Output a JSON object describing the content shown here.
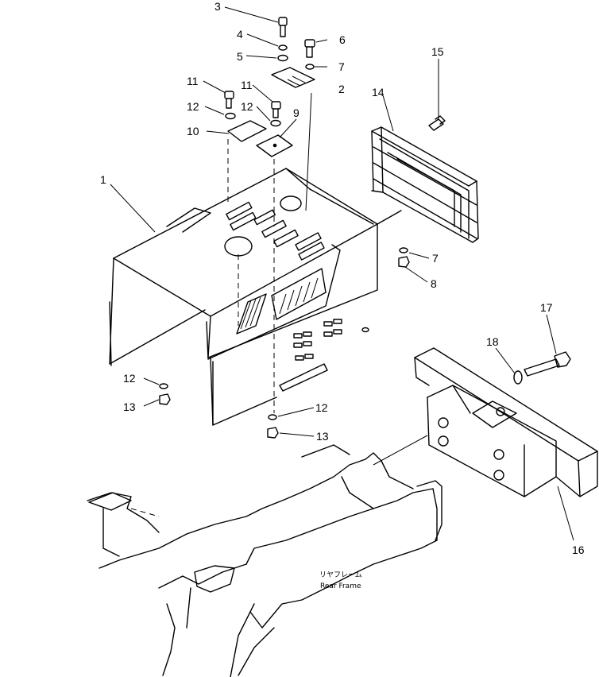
{
  "callouts": [
    "1",
    "2",
    "3",
    "4",
    "5",
    "6",
    "7",
    "7",
    "8",
    "9",
    "10",
    "11",
    "11",
    "12",
    "12",
    "12",
    "12",
    "13",
    "13",
    "14",
    "15",
    "16",
    "17",
    "18"
  ],
  "frame_label": {
    "jp": "リヤフレーム",
    "en": "Rear Frame"
  }
}
